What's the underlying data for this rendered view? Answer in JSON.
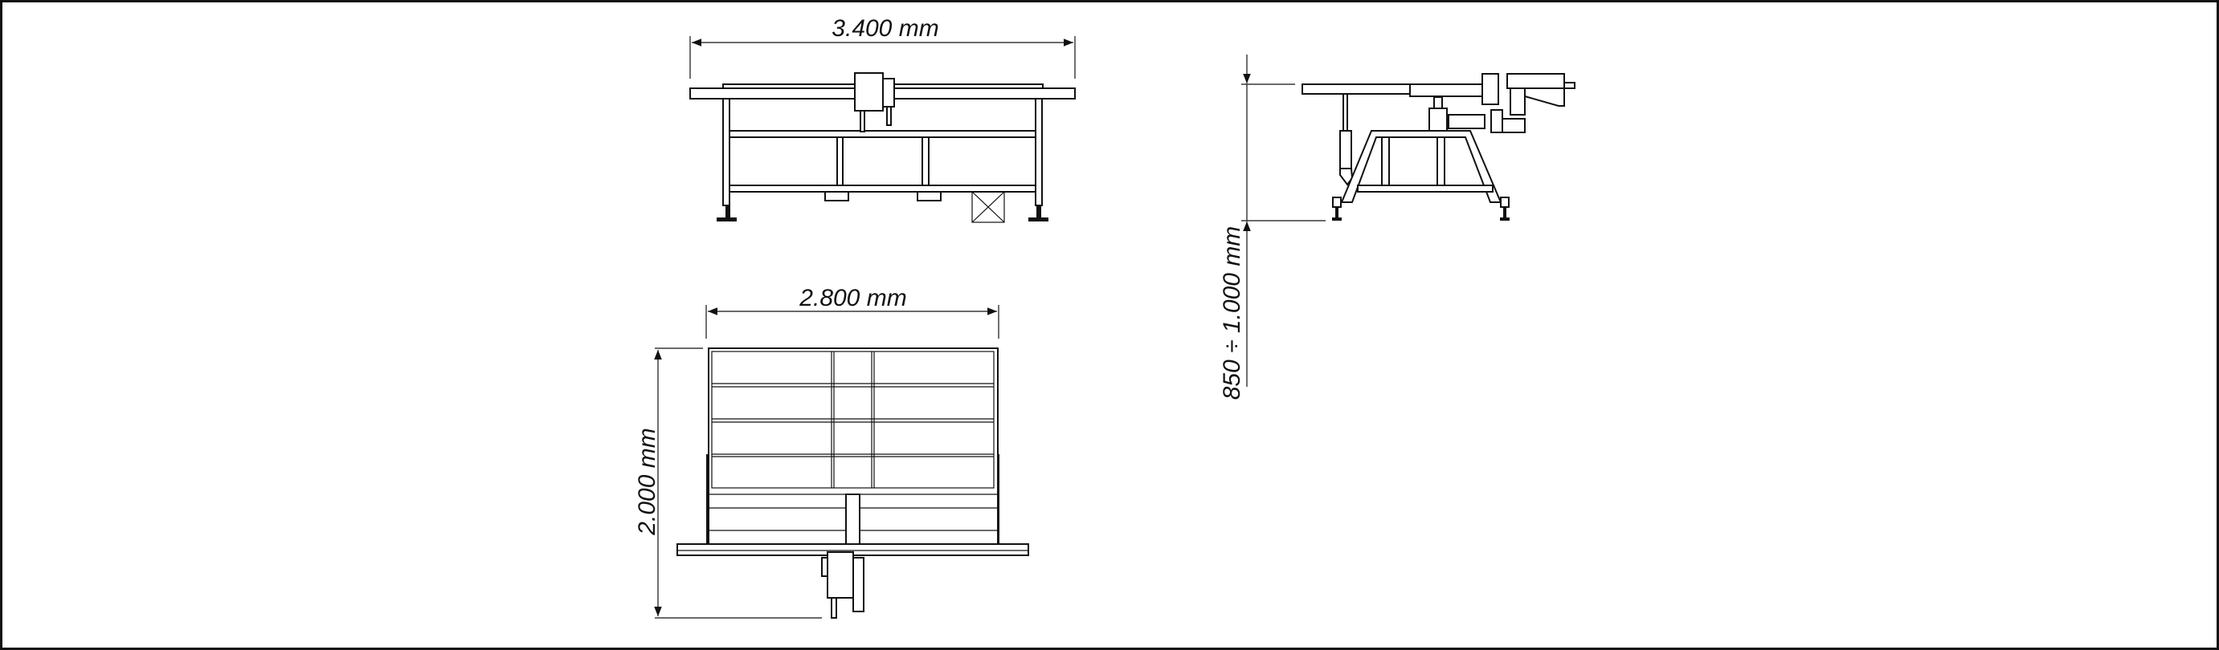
{
  "drawing": {
    "dimensions": {
      "front_width": "3.400 mm",
      "top_width": "2.800 mm",
      "top_depth": "2.000 mm",
      "side_height": "850 ÷ 1.000 mm"
    },
    "line_color": "#111111",
    "background_color": "#ffffff"
  }
}
